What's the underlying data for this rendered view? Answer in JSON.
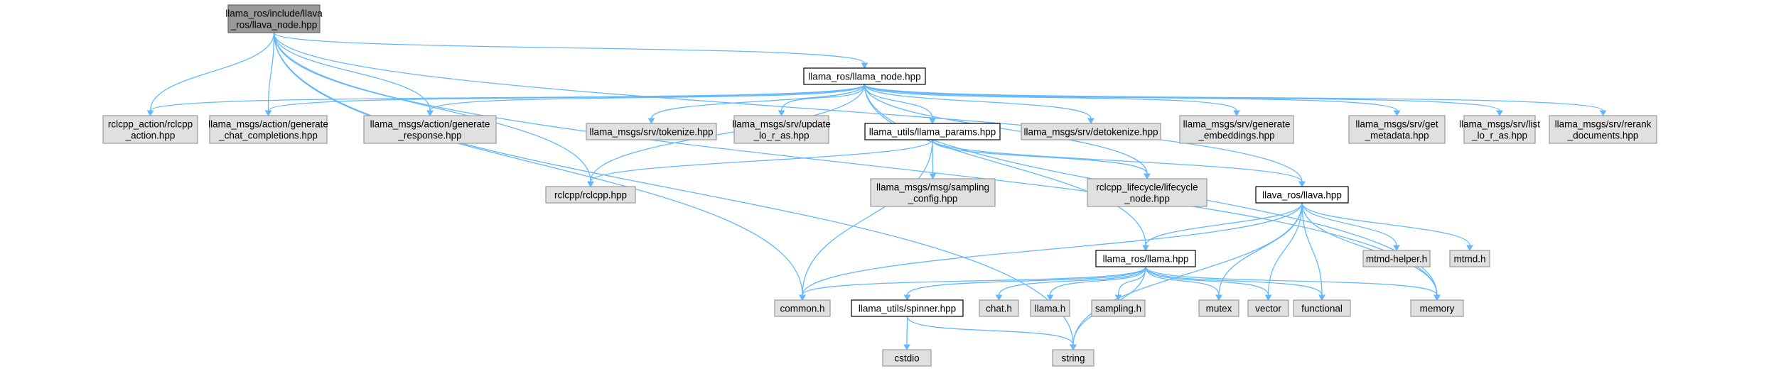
{
  "colors": {
    "root_fill": "#999999",
    "root_stroke": "#666666",
    "doc_fill": "#ffffff",
    "doc_stroke": "#000000",
    "ext_fill": "#e0e0e0",
    "ext_stroke": "#999999",
    "edge": "#63b8ff"
  },
  "diagram": {
    "nodes": [
      {
        "id": "root",
        "kind": "root",
        "lines": [
          "llama_ros/include/llava",
          "_ros/llava_node.hpp"
        ]
      },
      {
        "id": "llama_node",
        "kind": "doc",
        "lines": [
          "llama_ros/llama_node.hpp"
        ]
      },
      {
        "id": "rclcpp_action",
        "kind": "ext",
        "lines": [
          "rclcpp_action/rclcpp",
          "_action.hpp"
        ]
      },
      {
        "id": "gen_chat",
        "kind": "ext",
        "lines": [
          "llama_msgs/action/generate",
          "_chat_completions.hpp"
        ]
      },
      {
        "id": "gen_resp",
        "kind": "ext",
        "lines": [
          "llama_msgs/action/generate",
          "_response.hpp"
        ]
      },
      {
        "id": "tokenize",
        "kind": "ext",
        "lines": [
          "llama_msgs/srv/tokenize.hpp"
        ]
      },
      {
        "id": "update_lora",
        "kind": "ext",
        "lines": [
          "llama_msgs/srv/update",
          "_lo_r_as.hpp"
        ]
      },
      {
        "id": "llama_params",
        "kind": "doc",
        "lines": [
          "llama_utils/llama_params.hpp"
        ]
      },
      {
        "id": "detokenize",
        "kind": "ext",
        "lines": [
          "llama_msgs/srv/detokenize.hpp"
        ]
      },
      {
        "id": "gen_emb",
        "kind": "ext",
        "lines": [
          "llama_msgs/srv/generate",
          "_embeddings.hpp"
        ]
      },
      {
        "id": "get_meta",
        "kind": "ext",
        "lines": [
          "llama_msgs/srv/get",
          "_metadata.hpp"
        ]
      },
      {
        "id": "list_lora",
        "kind": "ext",
        "lines": [
          "llama_msgs/srv/list",
          "_lo_r_as.hpp"
        ]
      },
      {
        "id": "rerank",
        "kind": "ext",
        "lines": [
          "llama_msgs/srv/rerank",
          "_documents.hpp"
        ]
      },
      {
        "id": "rclcpp",
        "kind": "ext",
        "lines": [
          "rclcpp/rclcpp.hpp"
        ]
      },
      {
        "id": "sampling_cfg",
        "kind": "ext",
        "lines": [
          "llama_msgs/msg/sampling",
          "_config.hpp"
        ]
      },
      {
        "id": "lifecycle",
        "kind": "ext",
        "lines": [
          "rclcpp_lifecycle/lifecycle",
          "_node.hpp"
        ]
      },
      {
        "id": "llava",
        "kind": "doc",
        "lines": [
          "llava_ros/llava.hpp"
        ]
      },
      {
        "id": "llama",
        "kind": "doc",
        "lines": [
          "llama_ros/llama.hpp"
        ]
      },
      {
        "id": "mtmd_helper",
        "kind": "ext",
        "lines": [
          "mtmd-helper.h"
        ]
      },
      {
        "id": "mtmd",
        "kind": "ext",
        "lines": [
          "mtmd.h"
        ]
      },
      {
        "id": "common",
        "kind": "ext",
        "lines": [
          "common.h"
        ]
      },
      {
        "id": "spinner",
        "kind": "doc",
        "lines": [
          "llama_utils/spinner.hpp"
        ]
      },
      {
        "id": "chat",
        "kind": "ext",
        "lines": [
          "chat.h"
        ]
      },
      {
        "id": "llama_h",
        "kind": "ext",
        "lines": [
          "llama.h"
        ]
      },
      {
        "id": "sampling",
        "kind": "ext",
        "lines": [
          "sampling.h"
        ]
      },
      {
        "id": "mutex",
        "kind": "ext",
        "lines": [
          "mutex"
        ]
      },
      {
        "id": "vector",
        "kind": "ext",
        "lines": [
          "vector"
        ]
      },
      {
        "id": "functional",
        "kind": "ext",
        "lines": [
          "functional"
        ]
      },
      {
        "id": "memory",
        "kind": "ext",
        "lines": [
          "memory"
        ]
      },
      {
        "id": "cstdio",
        "kind": "ext",
        "lines": [
          "cstdio"
        ]
      },
      {
        "id": "string",
        "kind": "ext",
        "lines": [
          "string"
        ]
      }
    ],
    "edges": [
      [
        "root",
        "llama_node"
      ],
      [
        "root",
        "rclcpp_action"
      ],
      [
        "root",
        "gen_chat"
      ],
      [
        "root",
        "gen_resp"
      ],
      [
        "root",
        "rclcpp"
      ],
      [
        "root",
        "llava"
      ],
      [
        "root",
        "common"
      ],
      [
        "root",
        "memory"
      ],
      [
        "root",
        "string"
      ],
      [
        "llama_node",
        "rclcpp_action"
      ],
      [
        "llama_node",
        "gen_chat"
      ],
      [
        "llama_node",
        "gen_resp"
      ],
      [
        "llama_node",
        "tokenize"
      ],
      [
        "llama_node",
        "update_lora"
      ],
      [
        "llama_node",
        "llama_params"
      ],
      [
        "llama_node",
        "detokenize"
      ],
      [
        "llama_node",
        "gen_emb"
      ],
      [
        "llama_node",
        "get_meta"
      ],
      [
        "llama_node",
        "list_lora"
      ],
      [
        "llama_node",
        "rerank"
      ],
      [
        "llama_node",
        "rclcpp"
      ],
      [
        "llama_node",
        "lifecycle"
      ],
      [
        "llama_node",
        "llama"
      ],
      [
        "llama_node",
        "memory"
      ],
      [
        "llama_params",
        "rclcpp"
      ],
      [
        "llama_params",
        "sampling_cfg"
      ],
      [
        "llama_params",
        "lifecycle"
      ],
      [
        "llama_params",
        "llava"
      ],
      [
        "llama_params",
        "common"
      ],
      [
        "llava",
        "llama"
      ],
      [
        "llava",
        "mtmd_helper"
      ],
      [
        "llava",
        "mtmd"
      ],
      [
        "llava",
        "common"
      ],
      [
        "llava",
        "mutex"
      ],
      [
        "llava",
        "vector"
      ],
      [
        "llava",
        "functional"
      ],
      [
        "llava",
        "memory"
      ],
      [
        "llava",
        "string"
      ],
      [
        "llama",
        "common"
      ],
      [
        "llama",
        "spinner"
      ],
      [
        "llama",
        "chat"
      ],
      [
        "llama",
        "llama_h"
      ],
      [
        "llama",
        "sampling"
      ],
      [
        "llama",
        "mutex"
      ],
      [
        "llama",
        "vector"
      ],
      [
        "llama",
        "functional"
      ],
      [
        "llama",
        "memory"
      ],
      [
        "llama",
        "string"
      ],
      [
        "spinner",
        "cstdio"
      ],
      [
        "spinner",
        "string"
      ]
    ]
  }
}
